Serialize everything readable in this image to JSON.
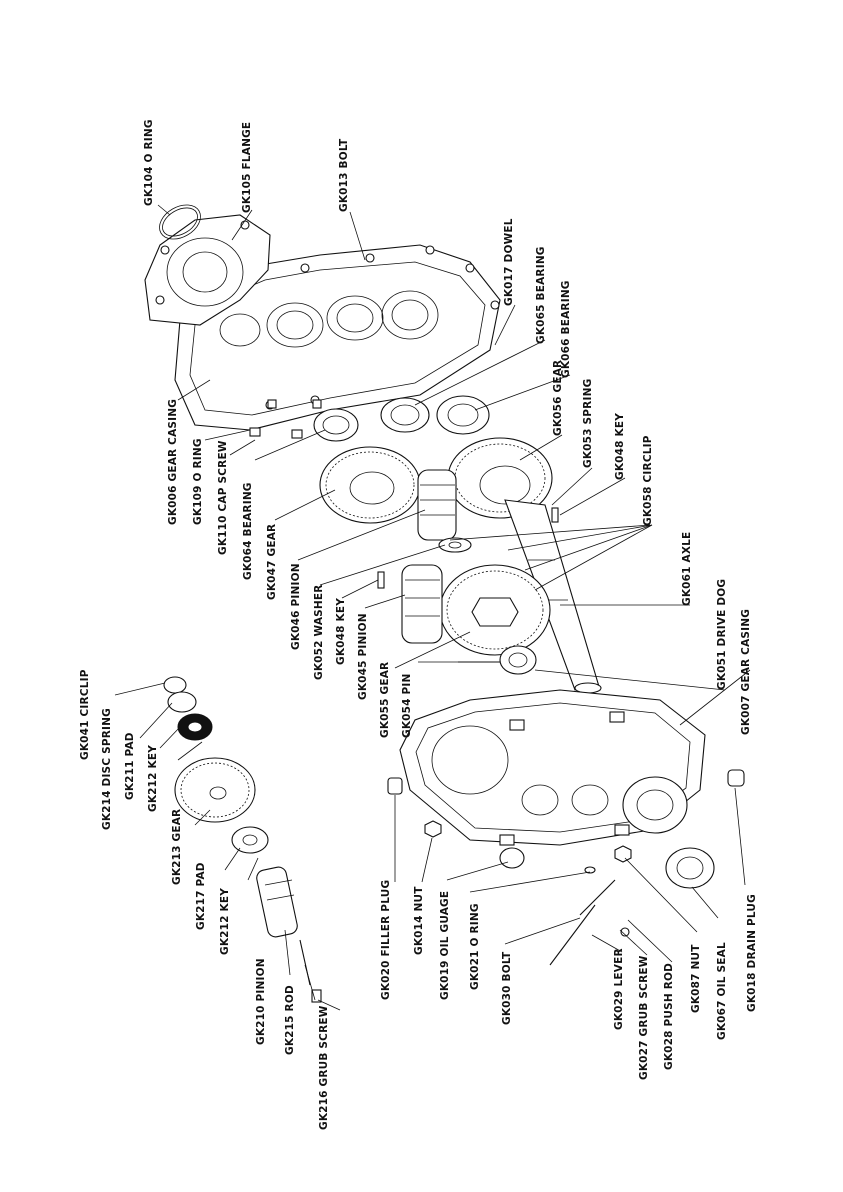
{
  "labels": {
    "gk104": "GK104 O RING",
    "gk105": "GK105 FLANGE",
    "gk013": "GK013 BOLT",
    "gk017": "GK017 DOWEL",
    "gk065": "GK065 BEARING",
    "gk066": "GK066 BEARING",
    "gk006": "GK006 GEAR CASING",
    "gk109": "GK109 O RING",
    "gk110": "GK110 CAP SCREW",
    "gk064": "GK064 BEARING",
    "gk047": "GK047 GEAR",
    "gk046": "GK046 PINION",
    "gk052": "GK052 WASHER",
    "gk048a": "GK048 KEY",
    "gk045": "GK045 PINION",
    "gk055": "GK055 GEAR",
    "gk054": "GK054 PIN",
    "gk056": "GK056 GEAR",
    "gk053": "GK053 SPRING",
    "gk048b": "GK048 KEY",
    "gk058": "GK058 CIRCLIP",
    "gk061": "GK061 AXLE",
    "gk051": "GK051 DRIVE DOG",
    "gk007": "GK007 GEAR CASING",
    "gk041": "GK041 CIRCLIP",
    "gk214": "GK214 DISC SPRING",
    "gk211": "GK211 PAD",
    "gk212a": "GK212 KEY",
    "gk213": "GK213 GEAR",
    "gk217": "GK217 PAD",
    "gk212b": "GK212 KEY",
    "gk210": "GK210 PINION",
    "gk215": "GK215 ROD",
    "gk216": "GK216 GRUB SCREW",
    "gk020": "GK020 FILLER PLUG",
    "gk014": "GK014 NUT",
    "gk019": "GK019 OIL GUAGE",
    "gk021": "GK021 O RING",
    "gk030": "GK030 BOLT",
    "gk029": "GK029 LEVER",
    "gk027": "GK027 GRUB SCREW",
    "gk028": "GK028 PUSH ROD",
    "gk087": "GK087 NUT",
    "gk067": "GK067 OIL SEAL",
    "gk018": "GK018 DRAIN PLUG"
  }
}
